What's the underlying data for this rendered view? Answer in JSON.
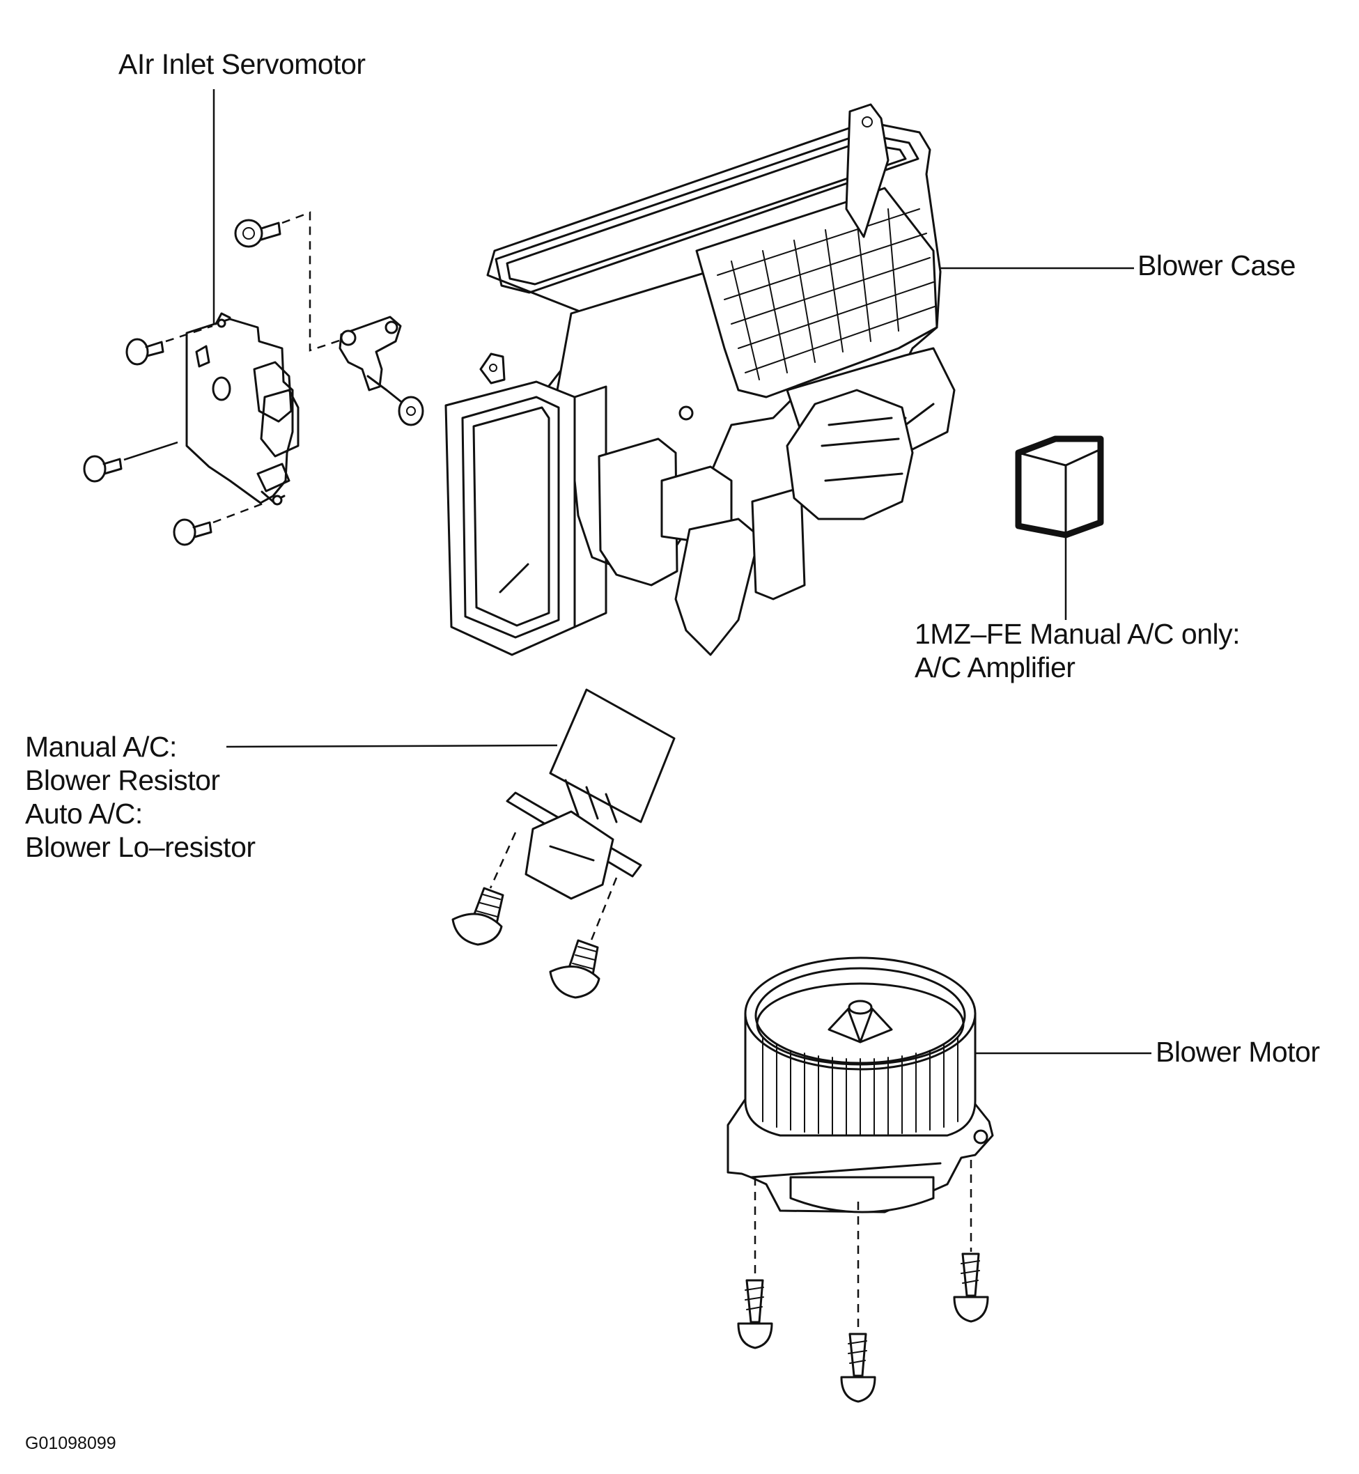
{
  "labels": {
    "air_inlet_servomotor": "AIr Inlet Servomotor",
    "blower_case": "Blower Case",
    "ac_amplifier_line1": "1MZ–FE Manual A/C only:",
    "ac_amplifier_line2": "A/C Amplifier",
    "resistor_line1": "Manual A/C:",
    "resistor_line2": "Blower Resistor",
    "resistor_line3": "Auto A/C:",
    "resistor_line4": "Blower Lo–resistor",
    "blower_motor": "Blower Motor",
    "figure_id": "G01098099"
  },
  "colors": {
    "line": "#111111",
    "background": "#ffffff"
  }
}
